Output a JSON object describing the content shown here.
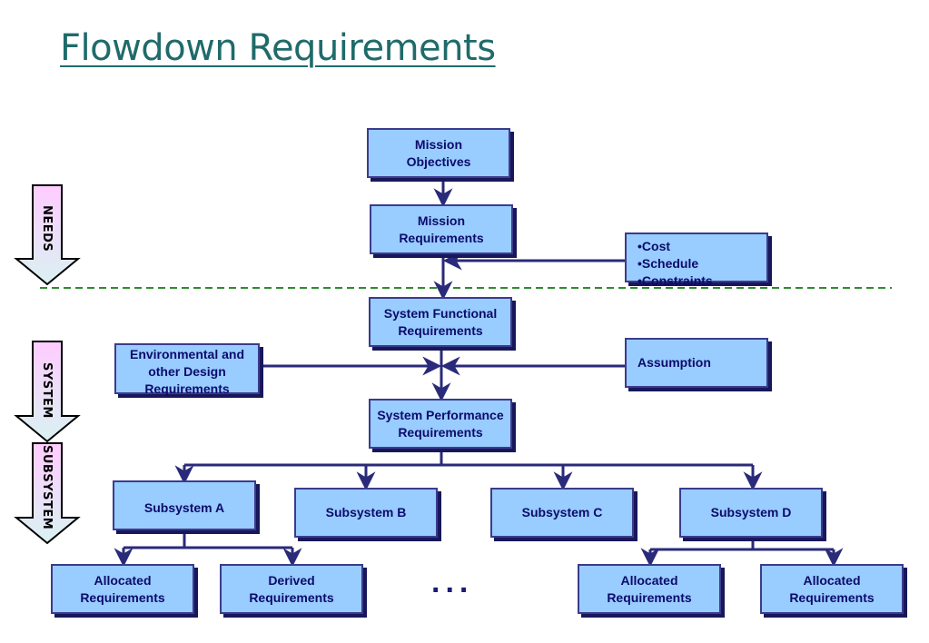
{
  "title": "Flowdown Requirements",
  "stages": [
    "NEEDS",
    "SYSTEM",
    "SUBSYSTEM"
  ],
  "boxes": {
    "mission_objectives": "Mission\nObjectives",
    "mission_requirements": "Mission\nRequirements",
    "constraints": "•Cost\n•Schedule\n•Constraints",
    "system_functional": "System Functional\nRequirements",
    "environmental": "Environmental and\nother Design\nRequirements",
    "assumption": "Assumption",
    "system_performance": "System Performance\nRequirements",
    "subsystem_a": "Subsystem   A",
    "subsystem_b": "Subsystem B",
    "subsystem_c": "Subsystem C",
    "subsystem_d": "Subsystem D",
    "allocated_a": "Allocated\nRequirements",
    "derived_a": "Derived\nRequirements",
    "allocated_d1": "Allocated\nRequirements",
    "allocated_d2": "Allocated\nRequirements"
  },
  "ellipsis": "...",
  "colors": {
    "box_fill": "#99ccff",
    "box_border": "#3b3b8f",
    "connector": "#2a2a7a",
    "divider": "#2e8b2e",
    "stage_arrow_fill": "#ffccff",
    "title": "#1f6b6a"
  }
}
